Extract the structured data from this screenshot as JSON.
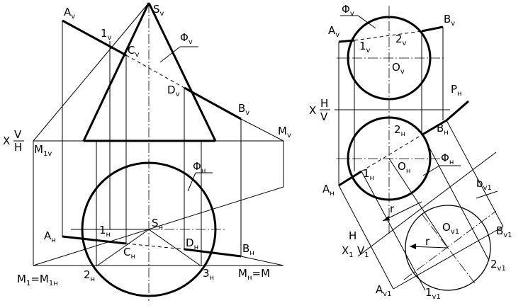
{
  "left_labels": {
    "Av": [
      "A",
      "v"
    ],
    "Sv": [
      "S",
      "v"
    ],
    "one_v": [
      "1",
      "v"
    ],
    "Cv": [
      "C",
      "v"
    ],
    "Phi_v": [
      "Φ",
      "v"
    ],
    "Dv": [
      "D",
      "v"
    ],
    "Bv": [
      "B",
      "v"
    ],
    "Mv": [
      "M",
      "v"
    ],
    "X_axis": "X",
    "V_frac": "V",
    "H_frac": "H",
    "M1v": [
      "M",
      "1v"
    ],
    "Phi_h": [
      "Φ",
      "н"
    ],
    "Ah": [
      "A",
      "н"
    ],
    "one_h": [
      "1",
      "н"
    ],
    "Sh": [
      "S",
      "н"
    ],
    "Ch": [
      "C",
      "н"
    ],
    "Dh": [
      "D",
      "н"
    ],
    "Bh": [
      "B",
      "н"
    ],
    "two_h": [
      "2",
      "н"
    ],
    "three_h": [
      "3",
      "н"
    ],
    "M1_eq": [
      "M",
      "1",
      "=M",
      "1н"
    ],
    "Mh_eq": [
      "M",
      "н",
      "=M"
    ]
  },
  "right_labels": {
    "Phi_v": [
      "Φ",
      "v"
    ],
    "Bv": [
      "B",
      "v"
    ],
    "Av": [
      "A",
      "v"
    ],
    "two_v": [
      "2",
      "v"
    ],
    "one_v": [
      "1",
      "v"
    ],
    "Ov": [
      "O",
      "v"
    ],
    "Ph": [
      "P",
      "н"
    ],
    "X_axis": "X",
    "H_frac": "H",
    "V_frac": "V",
    "two_h": [
      "2",
      "н"
    ],
    "Bh": [
      "B",
      "н"
    ],
    "Oh": [
      "O",
      "н"
    ],
    "Phi_h": [
      "Φ",
      "н"
    ],
    "Ah": [
      "A",
      "н"
    ],
    "one_h": [
      "1",
      "н"
    ],
    "r_top": "r",
    "b_v1": [
      "b",
      "v1"
    ],
    "H_x1": "H",
    "X1": [
      "X",
      "1"
    ],
    "V1": [
      "V",
      "1"
    ],
    "O_v1": [
      "O",
      "v1"
    ],
    "r_low": "r",
    "B_v1": [
      "B",
      "v1"
    ],
    "two_v1": [
      "2",
      "v1"
    ],
    "A_v1": [
      "A",
      "v1"
    ],
    "one_v1": [
      "1",
      "v1"
    ]
  }
}
